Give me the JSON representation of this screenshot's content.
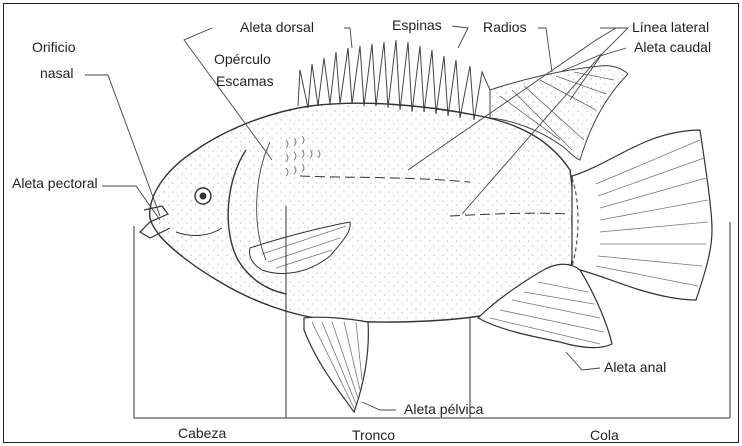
{
  "labels": {
    "aleta_dorsal": "Aleta dorsal",
    "espinas": "Espinas",
    "radios": "Radios",
    "linea_lateral": "Línea lateral",
    "aleta_caudal": "Aleta caudal",
    "orificio": "Orificio",
    "nasal": "nasal",
    "operculo": "Opérculo",
    "escamas": "Escamas",
    "aleta_pectoral": "Aleta pectoral",
    "aleta_anal": "Aleta anal",
    "aleta_pelvica": "Aleta pélvica",
    "cabeza": "Cabeza",
    "tronco": "Tronco",
    "cola": "Cola"
  }
}
